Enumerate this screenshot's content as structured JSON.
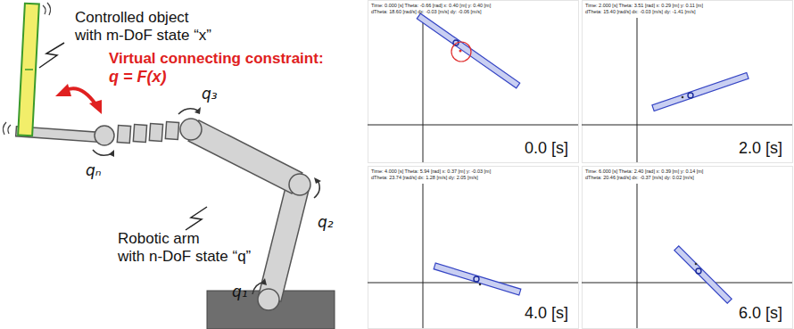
{
  "diagram": {
    "labels": [
      "Controlled object",
      "with m-DoF state “x”",
      "Virtual connecting constraint:",
      "q = F(x)",
      "Robotic arm",
      "with n-DoF state “q”",
      "q₁",
      "q₂",
      "q₃",
      "qₙ",
      "Time: 0.000 [s]   Theta: -0.66 [rad]   x: 0.40 [m]   y: 0.40 [m]",
      "dTheta: 18.60 [rad/s]   dx: -0.03 [m/s]   dy: -0.06 [m/s]",
      "Time: 2.000 [s]   Theta: 3.51 [rad]   x: 0.29 [m]   y: 0.11 [m]",
      "dTheta: 15.40 [rad/s]   dx: -0.03 [m/s]   dy: -1.41 [m/s]",
      "Time: 4.000 [s]   Theta: 5.94 [rad]   x: 0.37 [m]   y: -0.03 [m]",
      "dTheta: 23.74 [rad/s]   dx: 1.28 [m/s]   dy: 2.05 [m/s]",
      "Time: 6.000 [s]   Theta: 2.40 [rad]   x: 0.39 [m]   y: 0.14 [m]",
      "dTheta: 20.46 [rad/s]   dx: -0.37 [m/s]   dy: 0.02 [m/s]",
      "0.0 [s]",
      "2.0 [s]",
      "4.0 [s]",
      "6.0 [s]"
    ]
  }
}
